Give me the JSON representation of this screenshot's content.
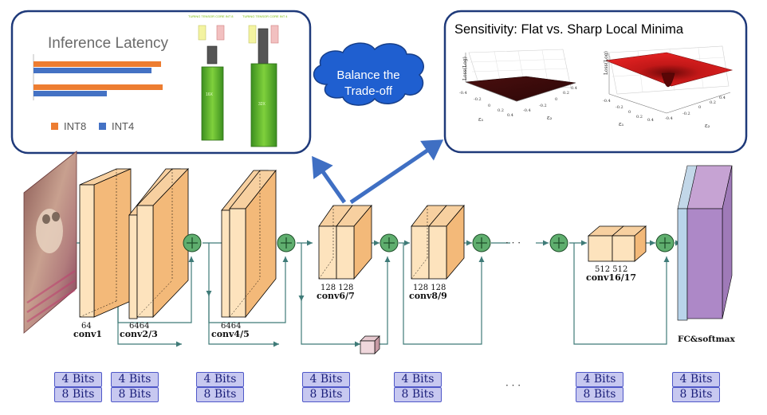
{
  "latency_panel": {
    "title": "Inference Latency",
    "legend": [
      {
        "label": "INT8",
        "color": "#ED7D31"
      },
      {
        "label": "INT4",
        "color": "#4472C4"
      }
    ],
    "gpu_label_8": "TURING TENSOR CORE INT 8",
    "gpu_label_4": "TURING TENSOR CORE INT 4",
    "gpu_badge_8": "16X",
    "gpu_badge_4": "32X"
  },
  "cloud": {
    "line1": "Balance the",
    "line2": "Trade-off"
  },
  "sensitivity_panel": {
    "title": "Sensitivity: Flat vs. Sharp Local Minima",
    "zlabel": "Loss(Log)",
    "left_xlabel": "ε₁",
    "left_ylabel": "ε₂",
    "right_xlabel": "ε₁",
    "right_ylabel": "ε₂"
  },
  "network": {
    "layers": [
      {
        "channels": "64",
        "name": "conv1"
      },
      {
        "channels": "6464",
        "name": "conv2/3"
      },
      {
        "channels": "6464",
        "name": "conv4/5"
      },
      {
        "channels": "128 128",
        "name": "conv6/7"
      },
      {
        "channels": "128 128",
        "name": "conv8/9"
      },
      {
        "channels": "512  512",
        "name": "conv16/17"
      }
    ],
    "head_label": "FC&softmax",
    "ellipsis": "· · ·"
  },
  "bit_options": [
    {
      "top": "4 Bits",
      "bottom": "8 Bits"
    },
    {
      "top": "4 Bits",
      "bottom": "8 Bits"
    },
    {
      "top": "4 Bits",
      "bottom": "8 Bits"
    },
    {
      "top": "4 Bits",
      "bottom": "8 Bits"
    },
    {
      "top": "4 Bits",
      "bottom": "8 Bits"
    },
    {
      "top": "4 Bits",
      "bottom": "8 Bits"
    },
    {
      "top": "4 Bits",
      "bottom": "8 Bits"
    }
  ],
  "bits_ellipsis": "· · ·",
  "colors": {
    "panel_border": "#1f3a7a",
    "arrow_blue": "#3f6fc3",
    "conv_fill": "#f8c78e",
    "plus_node": "#5fae6e",
    "flow_line": "#3f7b78",
    "chip_fill": "#c7c8f0",
    "chip_border": "#4f58c8"
  }
}
